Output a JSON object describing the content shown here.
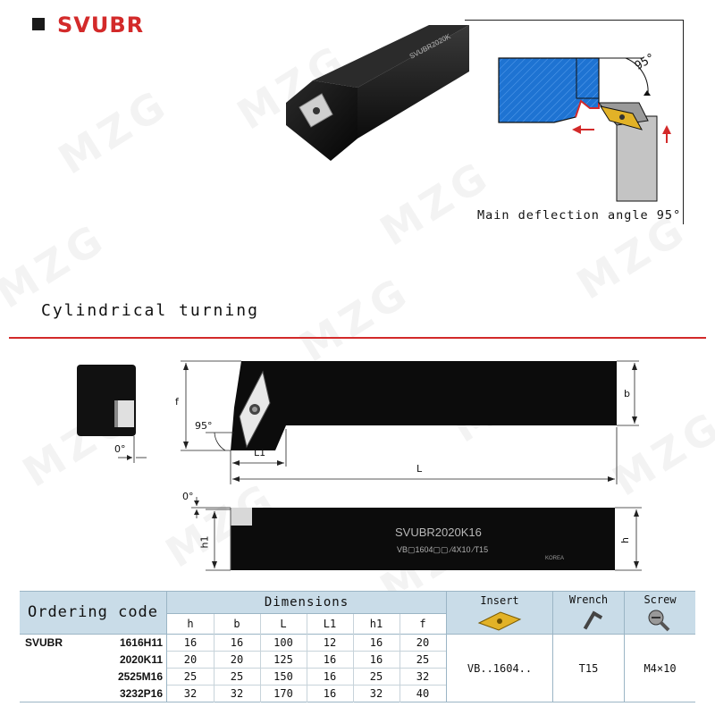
{
  "header": {
    "title": "SVUBR"
  },
  "watermark_text": "MZG",
  "diagram": {
    "angle_label": "95°",
    "caption": "Main deflection angle 95°"
  },
  "section": {
    "label": "Cylindrical turning"
  },
  "drawing": {
    "top_view": {
      "angle": "95°",
      "dim_f": "f",
      "dim_b": "b",
      "dim_L1": "L1",
      "dim_L": "L"
    },
    "side_view": {
      "dim_0": "0°",
      "dim_h1": "h1",
      "dim_h": "h",
      "marking": "SVUBR2020K16",
      "marking2": "VB▢1604▢▢ ⁄4X10 ⁄T15",
      "marking3": "KOREA"
    },
    "end_view": {
      "angle": "0°"
    }
  },
  "table": {
    "ordering_code_header": "Ordering code",
    "dimensions_header": "Dimensions",
    "insert_header": "Insert",
    "wrench_header": "Wrench",
    "screw_header": "Screw",
    "columns": [
      "h",
      "b",
      "L",
      "L1",
      "h1",
      "f"
    ],
    "series": "SVUBR",
    "rows": [
      {
        "code": "1616H11",
        "values": [
          "16",
          "16",
          "100",
          "12",
          "16",
          "20"
        ]
      },
      {
        "code": "2020K11",
        "values": [
          "20",
          "20",
          "125",
          "16",
          "16",
          "25"
        ]
      },
      {
        "code": "2525M16",
        "values": [
          "25",
          "25",
          "150",
          "16",
          "25",
          "32"
        ]
      },
      {
        "code": "3232P16",
        "values": [
          "32",
          "32",
          "170",
          "16",
          "32",
          "40"
        ]
      }
    ],
    "insert": "VB..1604..",
    "wrench": "T15",
    "screw": "M4×10"
  },
  "colors": {
    "accent_red": "#d32a2a",
    "header_blue": "#c9dce8",
    "workpiece_blue": "#1e73d2",
    "insert_gold": "#e2b227"
  }
}
